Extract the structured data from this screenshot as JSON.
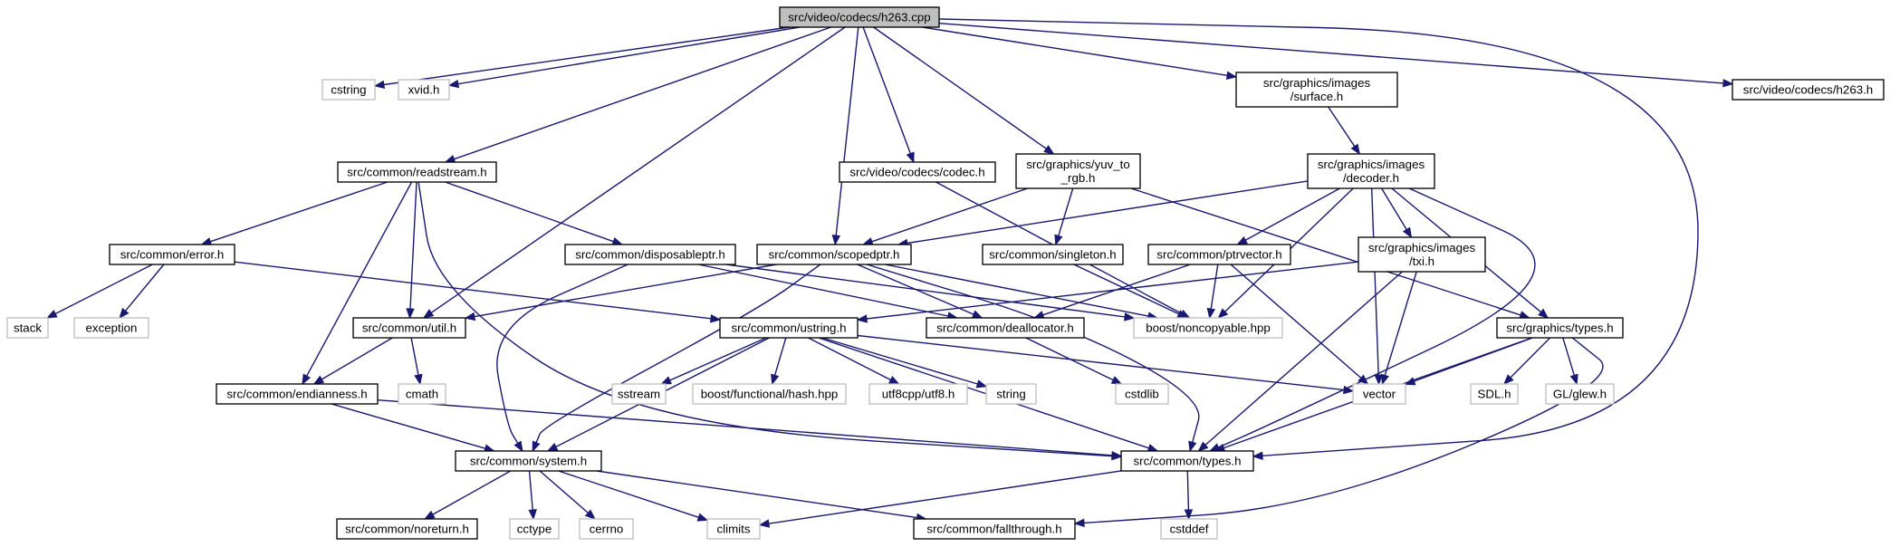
{
  "colors": {
    "edge": "#191970",
    "root_fill": "#bfbfbf",
    "node_border": "#000000",
    "system_node_border": "#bfbfbf",
    "background": "#ffffff"
  },
  "nodes": [
    {
      "id": "h263cpp",
      "lines": [
        "src/video/codecs/h263.cpp"
      ],
      "kind": "root"
    },
    {
      "id": "cstring",
      "lines": [
        "cstring"
      ],
      "kind": "system"
    },
    {
      "id": "xvid",
      "lines": [
        "xvid.h"
      ],
      "kind": "system"
    },
    {
      "id": "surface",
      "lines": [
        "src/graphics/images",
        "/surface.h"
      ],
      "kind": "local"
    },
    {
      "id": "h263h",
      "lines": [
        "src/video/codecs/h263.h"
      ],
      "kind": "local"
    },
    {
      "id": "readstream",
      "lines": [
        "src/common/readstream.h"
      ],
      "kind": "local"
    },
    {
      "id": "codec",
      "lines": [
        "src/video/codecs/codec.h"
      ],
      "kind": "local"
    },
    {
      "id": "yuv",
      "lines": [
        "src/graphics/yuv_to",
        "_rgb.h"
      ],
      "kind": "local"
    },
    {
      "id": "decoder",
      "lines": [
        "src/graphics/images",
        "/decoder.h"
      ],
      "kind": "local"
    },
    {
      "id": "error",
      "lines": [
        "src/common/error.h"
      ],
      "kind": "local"
    },
    {
      "id": "disposableptr",
      "lines": [
        "src/common/disposableptr.h"
      ],
      "kind": "local"
    },
    {
      "id": "scopedptr",
      "lines": [
        "src/common/scopedptr.h"
      ],
      "kind": "local"
    },
    {
      "id": "singleton",
      "lines": [
        "src/common/singleton.h"
      ],
      "kind": "local"
    },
    {
      "id": "ptrvector",
      "lines": [
        "src/common/ptrvector.h"
      ],
      "kind": "local"
    },
    {
      "id": "txi",
      "lines": [
        "src/graphics/images",
        "/txi.h"
      ],
      "kind": "local"
    },
    {
      "id": "stack",
      "lines": [
        "stack"
      ],
      "kind": "system"
    },
    {
      "id": "exception",
      "lines": [
        "exception"
      ],
      "kind": "system"
    },
    {
      "id": "util",
      "lines": [
        "src/common/util.h"
      ],
      "kind": "local"
    },
    {
      "id": "ustring",
      "lines": [
        "src/common/ustring.h"
      ],
      "kind": "local"
    },
    {
      "id": "deallocator",
      "lines": [
        "src/common/deallocator.h"
      ],
      "kind": "local"
    },
    {
      "id": "noncopyable",
      "lines": [
        "boost/noncopyable.hpp"
      ],
      "kind": "system"
    },
    {
      "id": "gtypes",
      "lines": [
        "src/graphics/types.h"
      ],
      "kind": "local"
    },
    {
      "id": "cmath",
      "lines": [
        "cmath"
      ],
      "kind": "system"
    },
    {
      "id": "endianness",
      "lines": [
        "src/common/endianness.h"
      ],
      "kind": "local"
    },
    {
      "id": "sstream",
      "lines": [
        "sstream"
      ],
      "kind": "system"
    },
    {
      "id": "hash",
      "lines": [
        "boost/functional/hash.hpp"
      ],
      "kind": "system"
    },
    {
      "id": "utf8",
      "lines": [
        "utf8cpp/utf8.h"
      ],
      "kind": "system"
    },
    {
      "id": "string",
      "lines": [
        "string"
      ],
      "kind": "system"
    },
    {
      "id": "cstdlib",
      "lines": [
        "cstdlib"
      ],
      "kind": "system"
    },
    {
      "id": "vector",
      "lines": [
        "vector"
      ],
      "kind": "system"
    },
    {
      "id": "sdl",
      "lines": [
        "SDL.h"
      ],
      "kind": "system"
    },
    {
      "id": "glew",
      "lines": [
        "GL/glew.h"
      ],
      "kind": "system"
    },
    {
      "id": "system",
      "lines": [
        "src/common/system.h"
      ],
      "kind": "local"
    },
    {
      "id": "ctypes",
      "lines": [
        "src/common/types.h"
      ],
      "kind": "local"
    },
    {
      "id": "noreturn",
      "lines": [
        "src/common/noreturn.h"
      ],
      "kind": "local"
    },
    {
      "id": "cctype",
      "lines": [
        "cctype"
      ],
      "kind": "system"
    },
    {
      "id": "cerrno",
      "lines": [
        "cerrno"
      ],
      "kind": "system"
    },
    {
      "id": "climits",
      "lines": [
        "climits"
      ],
      "kind": "system"
    },
    {
      "id": "fallthrough",
      "lines": [
        "src/common/fallthrough.h"
      ],
      "kind": "local"
    },
    {
      "id": "cstddef",
      "lines": [
        "cstddef"
      ],
      "kind": "system"
    }
  ],
  "edges": [
    [
      "h263cpp",
      "cstring"
    ],
    [
      "h263cpp",
      "xvid"
    ],
    [
      "h263cpp",
      "surface"
    ],
    [
      "h263cpp",
      "h263h"
    ],
    [
      "h263cpp",
      "readstream"
    ],
    [
      "h263cpp",
      "codec"
    ],
    [
      "h263cpp",
      "yuv"
    ],
    [
      "h263cpp",
      "scopedptr"
    ],
    [
      "h263cpp",
      "util"
    ],
    [
      "h263cpp",
      "ctypes"
    ],
    [
      "surface",
      "decoder"
    ],
    [
      "readstream",
      "error"
    ],
    [
      "readstream",
      "disposableptr"
    ],
    [
      "readstream",
      "util"
    ],
    [
      "readstream",
      "endianness"
    ],
    [
      "readstream",
      "ctypes"
    ],
    [
      "codec",
      "noncopyable"
    ],
    [
      "yuv",
      "scopedptr"
    ],
    [
      "yuv",
      "singleton"
    ],
    [
      "yuv",
      "gtypes"
    ],
    [
      "decoder",
      "scopedptr"
    ],
    [
      "decoder",
      "ptrvector"
    ],
    [
      "decoder",
      "txi"
    ],
    [
      "decoder",
      "noncopyable"
    ],
    [
      "decoder",
      "gtypes"
    ],
    [
      "decoder",
      "vector"
    ],
    [
      "decoder",
      "ctypes"
    ],
    [
      "error",
      "stack"
    ],
    [
      "error",
      "exception"
    ],
    [
      "error",
      "ustring"
    ],
    [
      "disposableptr",
      "system"
    ],
    [
      "disposableptr",
      "deallocator"
    ],
    [
      "disposableptr",
      "noncopyable"
    ],
    [
      "scopedptr",
      "util"
    ],
    [
      "scopedptr",
      "system"
    ],
    [
      "scopedptr",
      "deallocator"
    ],
    [
      "scopedptr",
      "noncopyable"
    ],
    [
      "scopedptr",
      "ctypes"
    ],
    [
      "singleton",
      "noncopyable"
    ],
    [
      "ptrvector",
      "deallocator"
    ],
    [
      "ptrvector",
      "noncopyable"
    ],
    [
      "ptrvector",
      "vector"
    ],
    [
      "txi",
      "ustring"
    ],
    [
      "txi",
      "vector"
    ],
    [
      "txi",
      "ctypes"
    ],
    [
      "util",
      "cmath"
    ],
    [
      "util",
      "endianness"
    ],
    [
      "ustring",
      "system"
    ],
    [
      "ustring",
      "sstream"
    ],
    [
      "ustring",
      "hash"
    ],
    [
      "ustring",
      "utf8"
    ],
    [
      "ustring",
      "string"
    ],
    [
      "ustring",
      "vector"
    ],
    [
      "ustring",
      "ctypes"
    ],
    [
      "deallocator",
      "cstdlib"
    ],
    [
      "gtypes",
      "vector"
    ],
    [
      "gtypes",
      "sdl"
    ],
    [
      "gtypes",
      "glew"
    ],
    [
      "gtypes",
      "ctypes"
    ],
    [
      "gtypes",
      "fallthrough"
    ],
    [
      "endianness",
      "system"
    ],
    [
      "endianness",
      "ctypes"
    ],
    [
      "system",
      "noreturn"
    ],
    [
      "system",
      "cctype"
    ],
    [
      "system",
      "cerrno"
    ],
    [
      "system",
      "climits"
    ],
    [
      "system",
      "fallthrough"
    ],
    [
      "ctypes",
      "climits"
    ],
    [
      "ctypes",
      "cstddef"
    ]
  ]
}
